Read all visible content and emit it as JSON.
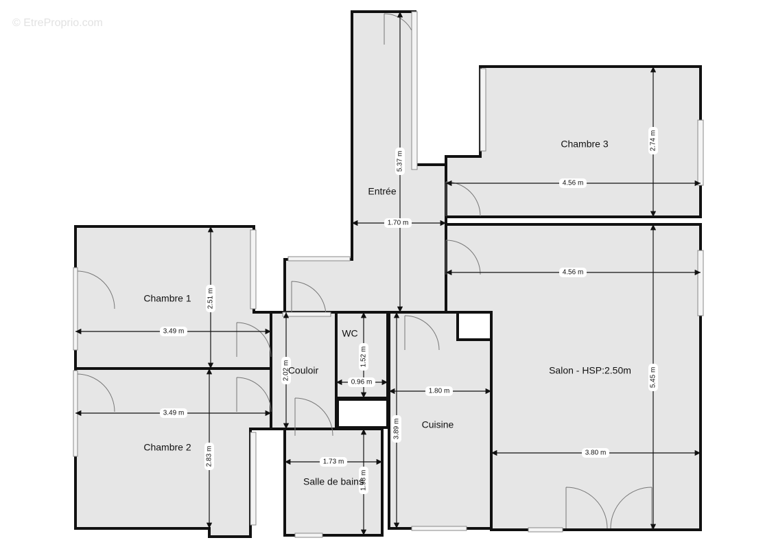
{
  "watermark": "© EtreProprio.com",
  "rooms": [
    {
      "id": "entree",
      "label": "Entrée"
    },
    {
      "id": "chambre-3",
      "label": "Chambre 3"
    },
    {
      "id": "chambre-1",
      "label": "Chambre 1"
    },
    {
      "id": "chambre-2",
      "label": "Chambre 2"
    },
    {
      "id": "couloir",
      "label": "Couloir"
    },
    {
      "id": "wc",
      "label": "WC"
    },
    {
      "id": "salle-de-bains",
      "label": "Salle de bains"
    },
    {
      "id": "cuisine",
      "label": "Cuisine"
    },
    {
      "id": "salon",
      "label": "Salon - HSP:2.50m"
    }
  ],
  "dimensions": [
    "5.37 m",
    "1.70 m",
    "4.56 m",
    "2.74 m",
    "4.56 m",
    "5.45 m",
    "2.51 m",
    "3.49 m",
    "3.49 m",
    "2.83 m",
    "2.02 m",
    "1.52 m",
    "0.96 m",
    "1.80 m",
    "3.89 m",
    "1.73 m",
    "1.98 m",
    "3.80 m"
  ]
}
